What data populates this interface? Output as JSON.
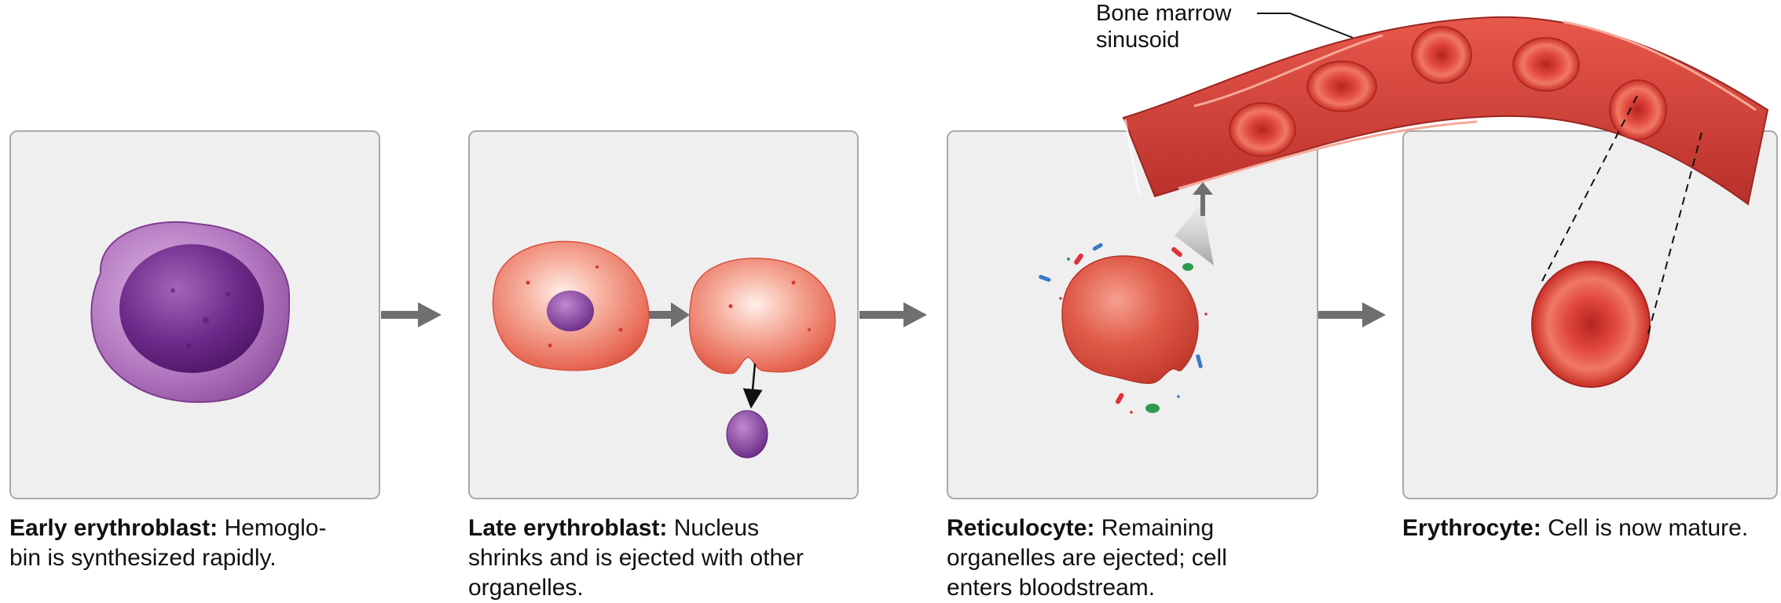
{
  "stages": [
    {
      "title": "Early erythroblast:",
      "lines": [
        "Hemoglo-",
        "bin is synthesized rapidly."
      ]
    },
    {
      "title": "Late erythroblast:",
      "lines": [
        "Nucleus",
        "shrinks and is ejected with other",
        "organelles."
      ]
    },
    {
      "title": "Reticulocyte:",
      "lines": [
        "Remaining",
        "organelles are ejected; cell",
        "enters bloodstream."
      ]
    },
    {
      "title": "Erythrocyte:",
      "lines": [
        "Cell is now mature."
      ]
    }
  ],
  "labels": {
    "sinusoid_line1": "Bone marrow",
    "sinusoid_line2": "sinusoid"
  },
  "colors": {
    "panel_bg": "#efefef",
    "panel_border": "#a9a9a9",
    "arrow": "#6f6f6f",
    "erythroblast_purple": "#8a3f9a",
    "cell_red": "#d9443c",
    "cell_pink": "#f08a78"
  }
}
